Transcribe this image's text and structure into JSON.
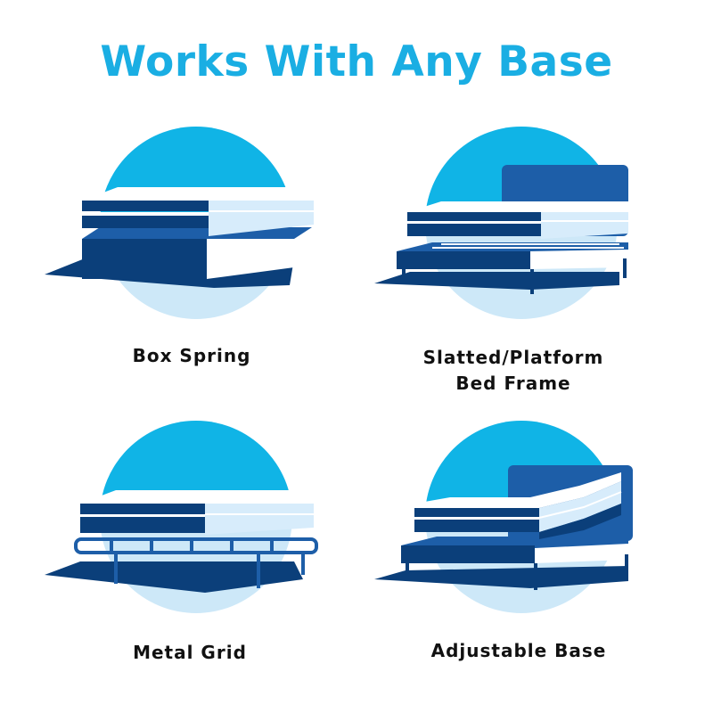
{
  "title": "Works With Any Base",
  "colors": {
    "title": "#1aaee3",
    "circle_top": "#10b4e6",
    "circle_bottom": "#cde8f8",
    "dark_navy": "#0b3f7a",
    "mid_blue": "#1d5ea8",
    "pale_blue": "#d7ecfb",
    "label": "#111111"
  },
  "bases": [
    {
      "id": "box-spring",
      "label": "Box Spring",
      "icon": "box-spring-icon"
    },
    {
      "id": "slatted-platform",
      "label_line1": "Slatted/Platform",
      "label_line2": "Bed Frame",
      "icon": "slatted-frame-icon"
    },
    {
      "id": "metal-grid",
      "label": "Metal Grid",
      "icon": "metal-grid-icon"
    },
    {
      "id": "adjustable-base",
      "label": "Adjustable Base",
      "icon": "adjustable-base-icon"
    }
  ]
}
